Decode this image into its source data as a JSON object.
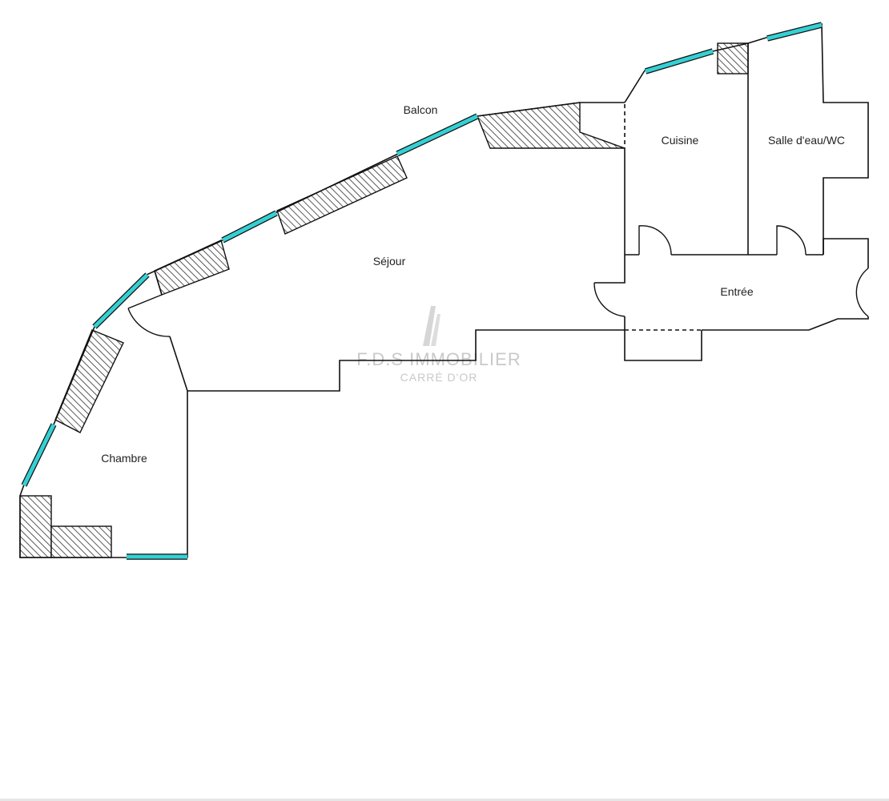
{
  "rooms": {
    "balcon": "Balcon",
    "sejour": "Séjour",
    "cuisine": "Cuisine",
    "salle_eau": "Salle d'eau/WC",
    "entree": "Entrée",
    "chambre": "Chambre"
  },
  "watermark": {
    "line1": "F.D.S IMMOBILIER",
    "line2": "CARRÉ D'OR"
  },
  "colors": {
    "window": "#35d0d4",
    "wall": "#111111",
    "watermark": "#c9c9c9"
  }
}
